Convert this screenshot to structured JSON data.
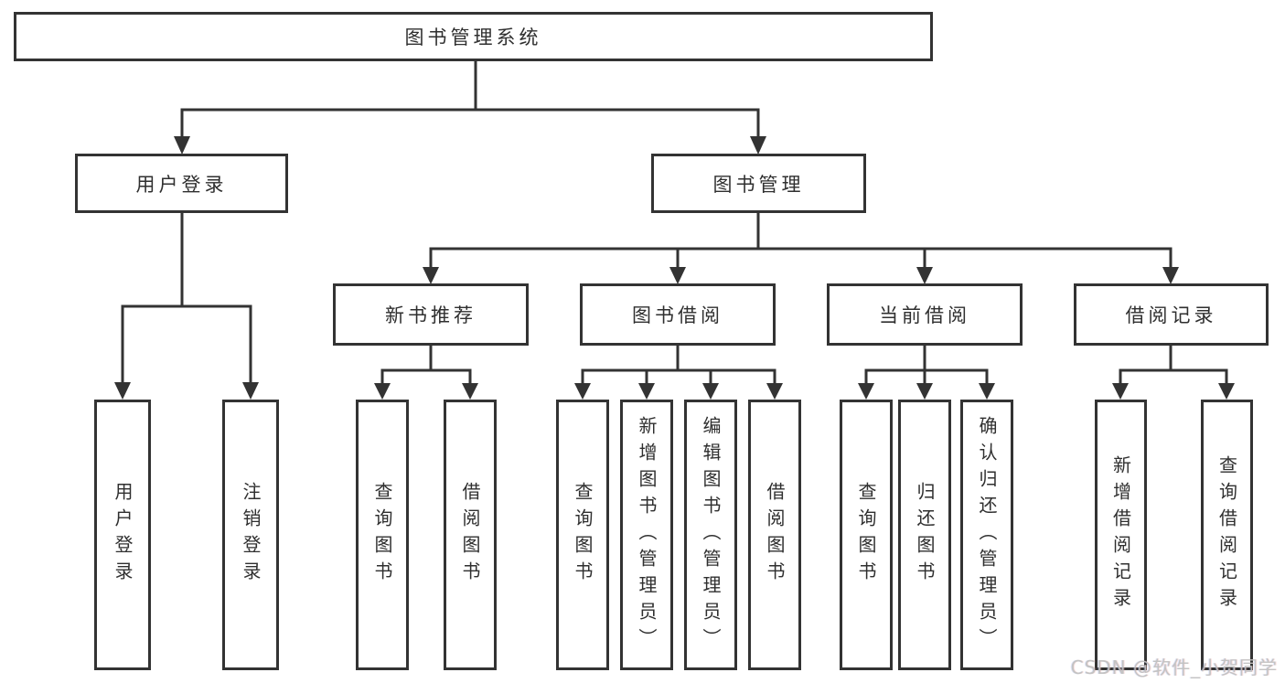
{
  "root": {
    "label": "图书管理系统"
  },
  "groups": [
    {
      "label": "用户登录",
      "children": [
        "用户登录",
        "注销登录"
      ]
    },
    {
      "label": "图书管理"
    }
  ],
  "sections": [
    {
      "label": "新书推荐",
      "children": [
        "查询图书",
        "借阅图书"
      ]
    },
    {
      "label": "图书借阅",
      "children": [
        "查询图书",
        "新增图书（管理员）",
        "编辑图书（管理员）",
        "借阅图书"
      ]
    },
    {
      "label": "当前借阅",
      "children": [
        "查询图书",
        "归还图书",
        "确认归还（管理员）"
      ]
    },
    {
      "label": "借阅记录",
      "children": [
        "新增借阅记录",
        "查询借阅记录"
      ]
    }
  ],
  "watermark": "CSDN @软件_小贺同学",
  "colors": {
    "line": "#333333",
    "box_background": "#ffffff",
    "text": "#2f2f2f",
    "watermark": "#c0c0c0"
  }
}
